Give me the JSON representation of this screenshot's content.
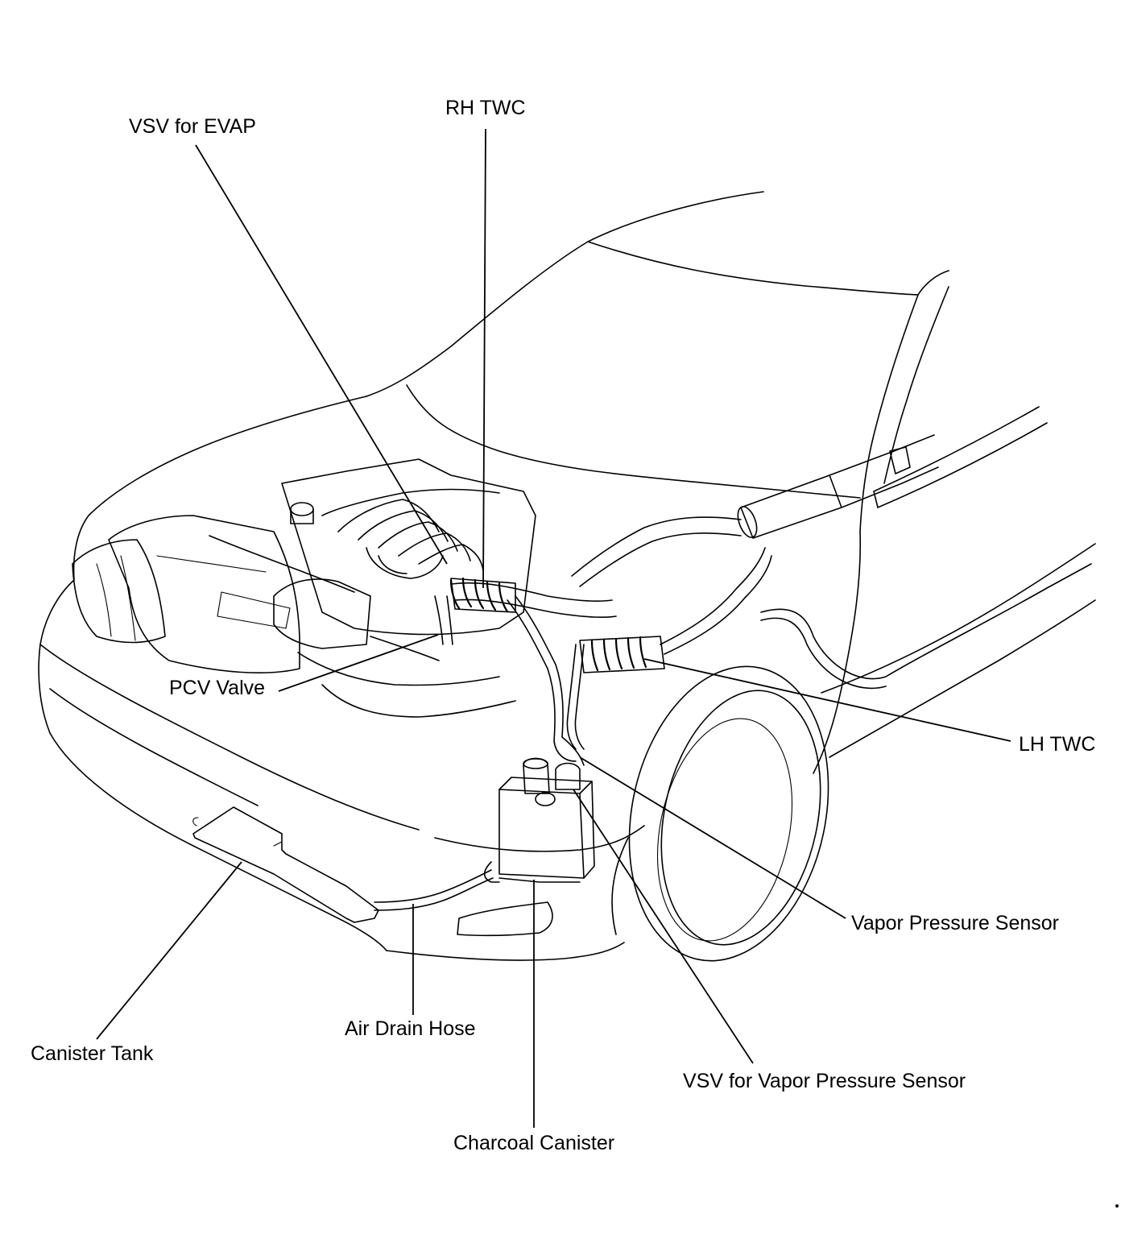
{
  "labels": {
    "vsv_evap": "VSV for EVAP",
    "rh_twc": "RH TWC",
    "pcv_valve": "PCV Valve",
    "lh_twc": "LH TWC",
    "vapor_pressure_sensor": "Vapor Pressure Sensor",
    "canister_tank": "Canister Tank",
    "air_drain_hose": "Air Drain Hose",
    "vsv_vapor_pressure_sensor": "VSV for Vapor Pressure Sensor",
    "charcoal_canister": "Charcoal Canister"
  }
}
